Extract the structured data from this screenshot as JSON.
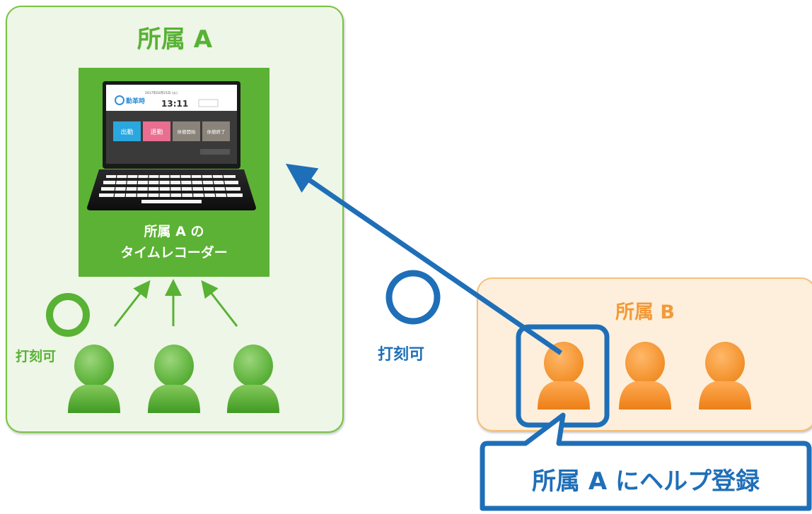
{
  "group_a": {
    "title": "所属 A"
  },
  "recorder": {
    "label_line1": "所属 A の",
    "label_line2": "タイムレコーダー",
    "screen": {
      "logo": "勤革時",
      "date": "2017年02月21日 (火)",
      "time": "13:11",
      "buttons": [
        "出勤",
        "退勤",
        "休憩開始",
        "休憩終了"
      ]
    }
  },
  "group_b": {
    "title": "所属 B"
  },
  "status": {
    "ok_a": "打刻可",
    "ok_b": "打刻可"
  },
  "callout": {
    "text": "所属 A にヘルプ登録"
  },
  "colors": {
    "green": "#5cb234",
    "orange": "#f29a3a",
    "blue": "#1f6fb8"
  }
}
